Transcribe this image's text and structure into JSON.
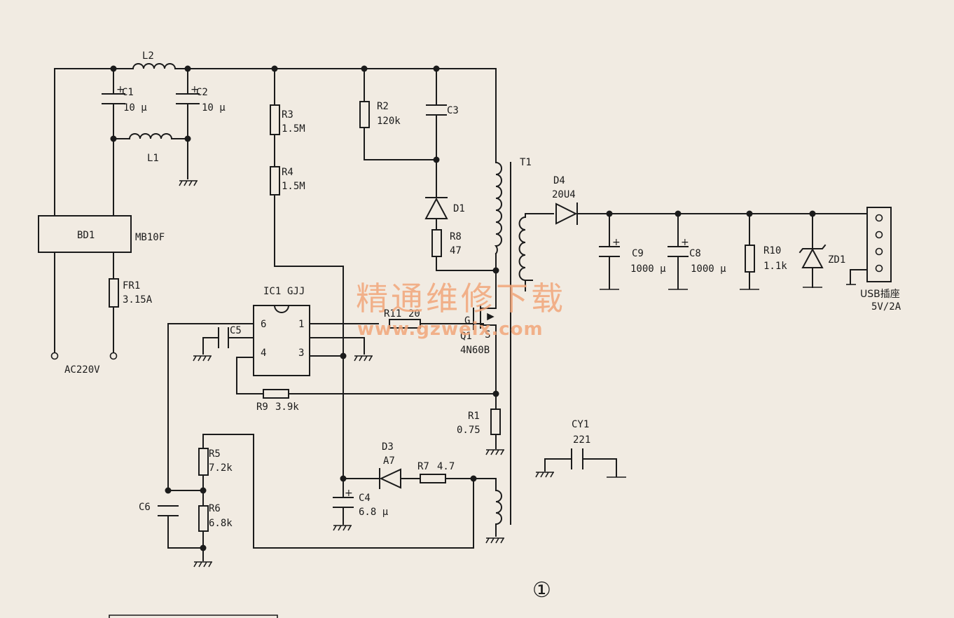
{
  "components": {
    "L2": {
      "ref": "L2"
    },
    "L1": {
      "ref": "L1"
    },
    "C1": {
      "ref": "C1",
      "value": "10 μ"
    },
    "C2": {
      "ref": "C2",
      "value": "10 μ"
    },
    "BD1": {
      "ref": "BD1",
      "part": "MB10F"
    },
    "FR1": {
      "ref": "FR1",
      "value": "3.15A"
    },
    "R3": {
      "ref": "R3",
      "value": "1.5M"
    },
    "R4": {
      "ref": "R4",
      "value": "1.5M"
    },
    "R2": {
      "ref": "R2",
      "value": "120k"
    },
    "C3": {
      "ref": "C3"
    },
    "D1": {
      "ref": "D1"
    },
    "R8": {
      "ref": "R8",
      "value": "47"
    },
    "T1": {
      "ref": "T1"
    },
    "D4": {
      "ref": "D4",
      "part": "20U4"
    },
    "C9": {
      "ref": "C9",
      "value": "1000 μ"
    },
    "C8": {
      "ref": "C8",
      "value": "1000 μ"
    },
    "R10": {
      "ref": "R10",
      "value": "1.1k"
    },
    "ZD1": {
      "ref": "ZD1"
    },
    "IC1": {
      "ref": "IC1",
      "part": "GJJ",
      "pins": [
        "6",
        "1",
        "4",
        "3"
      ]
    },
    "C5": {
      "ref": "C5"
    },
    "R11": {
      "ref": "R11",
      "value": "20"
    },
    "Q1": {
      "ref": "Q1",
      "part": "4N60B",
      "pin_g": "G",
      "pin_s": "S"
    },
    "R9": {
      "ref": "R9",
      "value": "3.9k"
    },
    "R1": {
      "ref": "R1",
      "value": "0.75"
    },
    "CY1": {
      "ref": "CY1",
      "value": "221"
    },
    "D3": {
      "ref": "D3",
      "part": "A7"
    },
    "R7": {
      "ref": "R7",
      "value": "4.7"
    },
    "R5": {
      "ref": "R5",
      "value": "7.2k"
    },
    "R6": {
      "ref": "R6",
      "value": "6.8k"
    },
    "C6": {
      "ref": "C6"
    },
    "C4": {
      "ref": "C4",
      "value": "6.8 μ"
    }
  },
  "input_label": "AC220V",
  "output": {
    "label": "USB插座",
    "rating": "5V/2A"
  },
  "watermark": {
    "title": "精通维修下载",
    "url": "www.gzweix.com"
  },
  "figure_number": "①",
  "colors": {
    "ink": "#1b1b1b",
    "paper": "#f1ebe2",
    "watermark": "#f2a67a"
  }
}
